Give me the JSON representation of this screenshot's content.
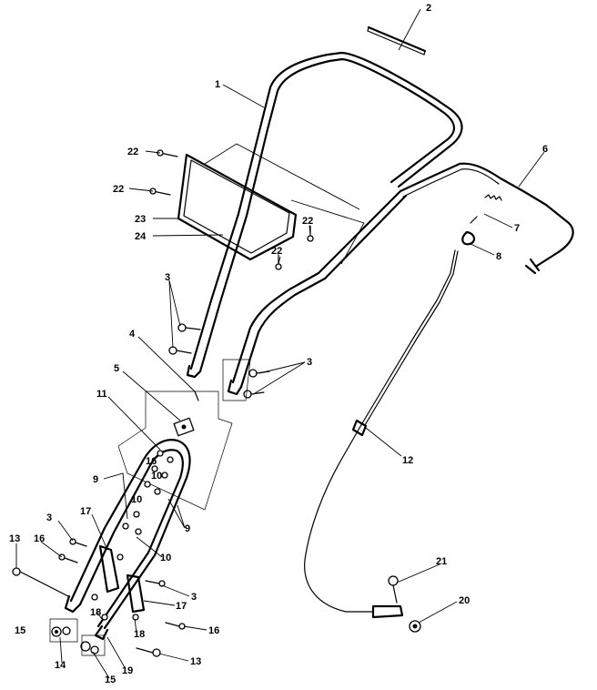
{
  "diagram": {
    "callouts": [
      {
        "id": "c2",
        "text": "2"
      },
      {
        "id": "c1",
        "text": "1"
      },
      {
        "id": "c6",
        "text": "6"
      },
      {
        "id": "c22a",
        "text": "22"
      },
      {
        "id": "c22b",
        "text": "22"
      },
      {
        "id": "c23",
        "text": "23"
      },
      {
        "id": "c24",
        "text": "24"
      },
      {
        "id": "c22c",
        "text": "22"
      },
      {
        "id": "c22d",
        "text": "22"
      },
      {
        "id": "c7",
        "text": "7"
      },
      {
        "id": "c8",
        "text": "8"
      },
      {
        "id": "c3a",
        "text": "3"
      },
      {
        "id": "c3b",
        "text": "3"
      },
      {
        "id": "c4",
        "text": "4"
      },
      {
        "id": "c5",
        "text": "5"
      },
      {
        "id": "c11",
        "text": "11"
      },
      {
        "id": "c12",
        "text": "12"
      },
      {
        "id": "c16a",
        "text": "16"
      },
      {
        "id": "c10a",
        "text": "10"
      },
      {
        "id": "c9a",
        "text": "9"
      },
      {
        "id": "c10b",
        "text": "10"
      },
      {
        "id": "c9b",
        "text": "9"
      },
      {
        "id": "c3c",
        "text": "3"
      },
      {
        "id": "c17a",
        "text": "17"
      },
      {
        "id": "c10c",
        "text": "10"
      },
      {
        "id": "c13a",
        "text": "13"
      },
      {
        "id": "c16b",
        "text": "16"
      },
      {
        "id": "c3d",
        "text": "3"
      },
      {
        "id": "c17b",
        "text": "17"
      },
      {
        "id": "c21",
        "text": "21"
      },
      {
        "id": "c20",
        "text": "20"
      },
      {
        "id": "c18a",
        "text": "18"
      },
      {
        "id": "c15a",
        "text": "15"
      },
      {
        "id": "c18b",
        "text": "18"
      },
      {
        "id": "c16c",
        "text": "16"
      },
      {
        "id": "c13b",
        "text": "13"
      },
      {
        "id": "c14",
        "text": "14"
      },
      {
        "id": "c19",
        "text": "19"
      },
      {
        "id": "c15b",
        "text": "15"
      }
    ]
  }
}
